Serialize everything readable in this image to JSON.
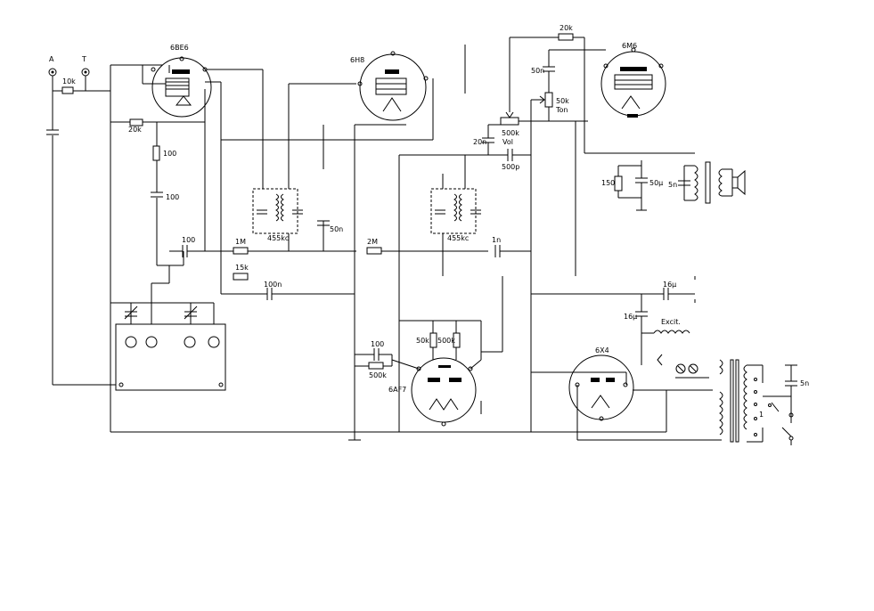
{
  "tubes": {
    "converter": "6BE6",
    "if_amp": "6H8",
    "detector": "6AF7",
    "output": "6M6",
    "rectifier": "6X4"
  },
  "terminals": {
    "antenna": "A",
    "ground": "T"
  },
  "components": {
    "r_10k": "10k",
    "r_20k": "20k",
    "r_100": "100",
    "c_100": "100",
    "c_100b": "100",
    "r_1m": "1M",
    "r_15k": "15k",
    "c_100n": "100n",
    "if1": "455kc",
    "c_50n": "50n",
    "r_2m": "2M",
    "if2": "455kc",
    "c_1n": "1n",
    "c_20n": "20n",
    "vol_value": "500k",
    "vol_label": "Vol",
    "c_500p": "500p",
    "c_50n_b": "50n",
    "r_20k_top": "20k",
    "tone_value": "50k",
    "tone_label": "Ton",
    "r_150": "150",
    "c_50u": "50µ",
    "c_5n": "5n",
    "c_100_det": "100",
    "r_500k_det": "500k",
    "r_50k": "50k",
    "r_500k_b": "500k",
    "c_16u_a": "16µ",
    "c_16u_b": "16µ",
    "excit_label": "Excit.",
    "c_5n_mains": "5n"
  },
  "colors": {
    "ink": "#000000",
    "paper": "#ffffff"
  }
}
